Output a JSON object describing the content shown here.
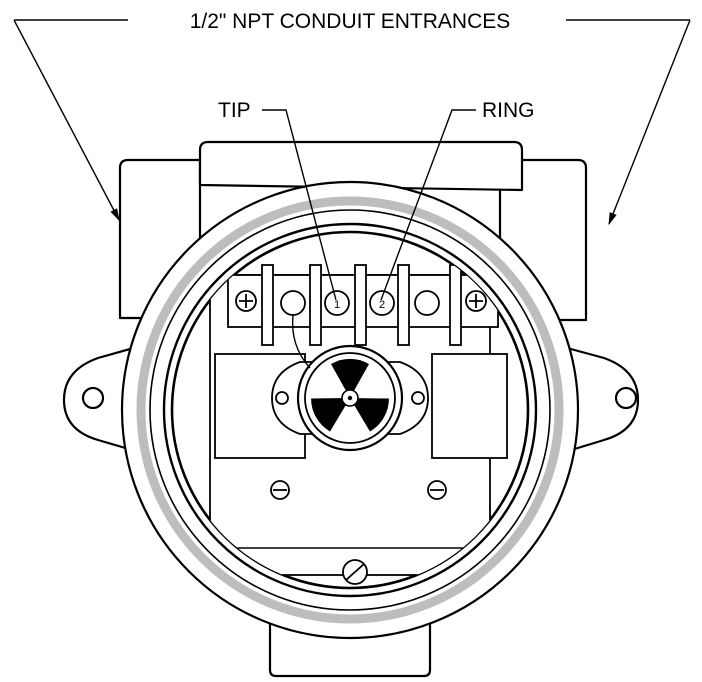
{
  "labels": {
    "conduit": "1/2\" NPT CONDUIT ENTRANCES",
    "tip": "TIP",
    "ring": "RING",
    "terminal_1": "1",
    "terminal_2": "2"
  },
  "colors": {
    "line": "#000000",
    "gasket": "#bdbdbd",
    "background": "#ffffff"
  }
}
